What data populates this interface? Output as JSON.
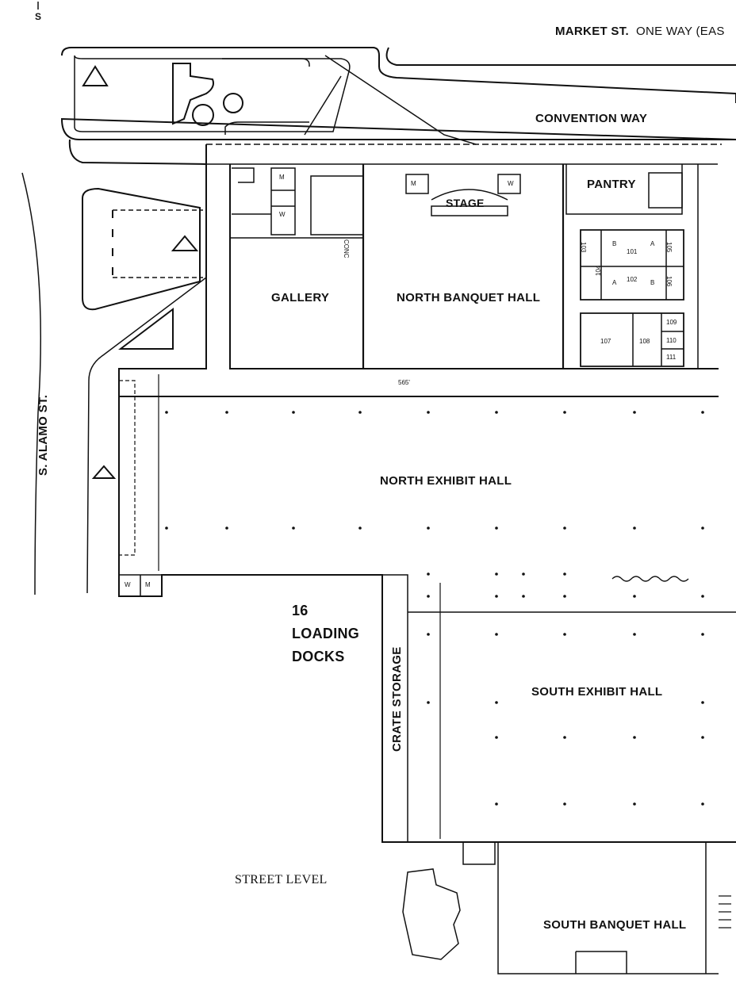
{
  "compass": "S",
  "streets": {
    "market": "MARKET ST.",
    "market_note": "ONE WAY (EAS",
    "convention": "CONVENTION WAY",
    "alamo": "S. ALAMO ST."
  },
  "rooms": {
    "pantry": "PANTRY",
    "stage": "STAGE",
    "gallery": "GALLERY",
    "north_banquet": "NORTH BANQUET HALL",
    "north_exhibit": "NORTH EXHIBIT HALL",
    "south_exhibit": "SOUTH EXHIBIT HALL",
    "south_banquet": "SOUTH BANQUET HALL",
    "crate_storage": "CRATE STORAGE",
    "loading_docks": [
      "16",
      "LOADING",
      "DOCKS"
    ],
    "street_level": "STREET LEVEL",
    "conc": "CONC"
  },
  "meeting_rooms": {
    "r101": "101",
    "r102": "102",
    "r103": "103",
    "r104": "104",
    "r105": "105",
    "r106": "106",
    "r107": "107",
    "r108": "108",
    "r109": "109",
    "r110": "110",
    "r111": "111",
    "a": "A",
    "b": "B"
  },
  "restrooms": {
    "women": "W",
    "men": "M"
  },
  "dimensions": {
    "north_width": "565'"
  }
}
